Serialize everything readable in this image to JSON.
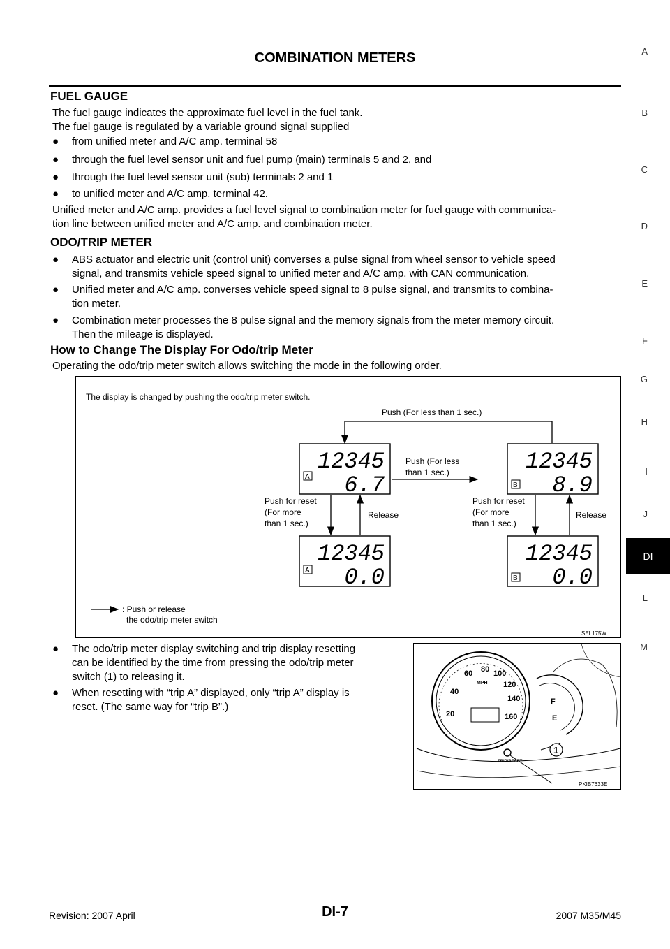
{
  "header": {
    "title": "COMBINATION METERS"
  },
  "side_tabs": [
    "A",
    "B",
    "C",
    "D",
    "E",
    "F",
    "G",
    "H",
    "I",
    "J",
    "DI",
    "L",
    "M"
  ],
  "fuel_gauge": {
    "heading": "FUEL GAUGE",
    "intro1": "The fuel gauge indicates the approximate fuel level in the fuel tank.",
    "intro2": "The fuel gauge is regulated by a variable ground signal supplied",
    "bullets": [
      "from unified meter and A/C amp. terminal 58",
      "through the fuel level sensor unit and fuel pump (main) terminals 5 and 2, and",
      "through the fuel level sensor unit (sub) terminals 2 and 1",
      "to unified meter and A/C amp. terminal 42."
    ],
    "summary_l1": "Unified meter and A/C amp. provides a fuel level signal to combination meter for fuel gauge with communica-",
    "summary_l2": "tion line between unified meter and A/C amp. and combination meter."
  },
  "odo": {
    "heading": "ODO/TRIP METER",
    "b1_l1": "ABS actuator and electric unit (control unit) converses a pulse signal from wheel sensor to vehicle speed",
    "b1_l2": "signal, and transmits vehicle speed signal to unified meter and A/C amp. with CAN communication.",
    "b2_l1": "Unified meter and A/C amp. converses vehicle speed signal to 8 pulse signal, and transmits to combina-",
    "b2_l2": "tion meter.",
    "b3_l1": "Combination meter processes the 8 pulse signal and the memory signals from the meter memory circuit.",
    "b3_l2": "Then the mileage is displayed."
  },
  "howto": {
    "heading": "How to Change The Display For Odo/trip Meter",
    "intro": "Operating the odo/trip meter switch allows switching the mode in the following order."
  },
  "diagram": {
    "caption": "The display is changed by pushing the odo/trip meter switch.",
    "push_top": "Push (For less than 1 sec.)",
    "push_mid_l1": "Push (For less",
    "push_mid_l2": "than 1 sec.)",
    "reset_l1": "Push for reset",
    "reset_l2": "(For more",
    "reset_l3": "than 1 sec.)",
    "release": "Release",
    "odo_value": "12345",
    "trip_a": "6.7",
    "trip_b": "8.9",
    "trip_zero": "0.0",
    "label_a": "A",
    "label_b": "B",
    "legend_l1": ": Push or release",
    "legend_l2": "the odo/trip meter switch",
    "code": "SEL175W"
  },
  "notes": {
    "n1_l1": "The odo/trip meter display switching and trip display resetting",
    "n1_l2": "can be identified by the time from pressing the odo/trip meter",
    "n1_l3": "switch (1) to releasing it.",
    "n2_l1": "When resetting with “trip A” displayed, only “trip A” display is",
    "n2_l2": "reset. (The same way for “trip B”.)"
  },
  "photo": {
    "code": "PKIB7633E",
    "callout": "1",
    "dial_numbers": [
      "20",
      "40",
      "60",
      "80",
      "100",
      "120",
      "140",
      "160"
    ],
    "unit": "MPH",
    "switch_text": "TRIP/RESET",
    "fuel_f": "F",
    "fuel_e": "E"
  },
  "footer": {
    "revision": "Revision: 2007 April",
    "page": "DI-7",
    "model": "2007 M35/M45"
  }
}
